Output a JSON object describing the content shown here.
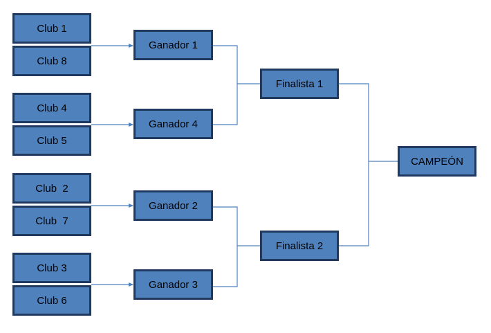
{
  "bracket": {
    "clubs": [
      "Club 1",
      "Club 8",
      "Club 4",
      "Club 5",
      "Club  2",
      "Club  7",
      "Club 3",
      "Club 6"
    ],
    "winners": [
      "Ganador 1",
      "Ganador 4",
      "Ganador 2",
      "Ganador 3"
    ],
    "finalists": [
      "Finalista 1",
      "Finalista 2"
    ],
    "champion": "CAMPEÓN"
  },
  "colors": {
    "box_fill": "#4f81bd",
    "box_border": "#1f3a5e",
    "connector": "#4f81bd"
  }
}
